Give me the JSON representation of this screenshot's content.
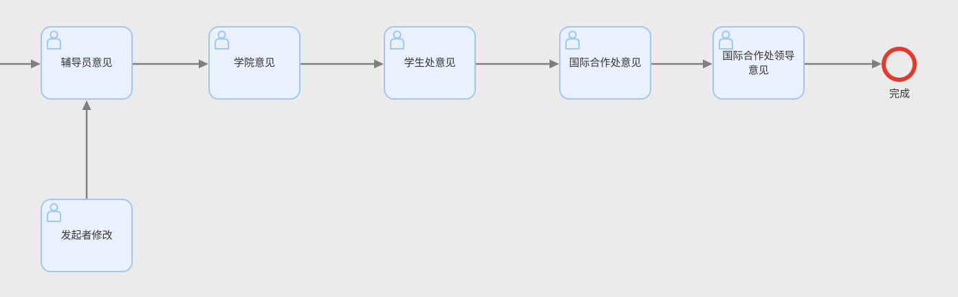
{
  "diagram": {
    "type": "approval-workflow",
    "colors": {
      "background": "#ebebeb",
      "node_fill": "#e9f1fc",
      "node_border": "#a0c5f2",
      "icon": "#a0c5f2",
      "arrow": "#7f7f7f",
      "end_event": "#e23b2e",
      "text": "#333333"
    },
    "nodes": [
      {
        "id": "counselor-opinion",
        "label": "辅导员意见",
        "type": "user-task",
        "icon": "person-icon"
      },
      {
        "id": "college-opinion",
        "label": "学院意见",
        "type": "user-task",
        "icon": "person-icon"
      },
      {
        "id": "student-affairs-opinion",
        "label": "学生处意见",
        "type": "user-task",
        "icon": "person-icon"
      },
      {
        "id": "intl-cooperation-opinion",
        "label": "国际合作处意见",
        "type": "user-task",
        "icon": "person-icon"
      },
      {
        "id": "intl-cooperation-leader-opinion",
        "label": "国际合作处领导意见",
        "type": "user-task",
        "icon": "person-icon"
      },
      {
        "id": "initiator-revision",
        "label": "发起者修改",
        "type": "user-task",
        "icon": "person-icon"
      }
    ],
    "end_event": {
      "id": "end",
      "label": "完成",
      "type": "end-event"
    },
    "edges": [
      {
        "from": "offscreen-left",
        "to": "counselor-opinion"
      },
      {
        "from": "counselor-opinion",
        "to": "college-opinion"
      },
      {
        "from": "college-opinion",
        "to": "student-affairs-opinion"
      },
      {
        "from": "student-affairs-opinion",
        "to": "intl-cooperation-opinion"
      },
      {
        "from": "intl-cooperation-opinion",
        "to": "intl-cooperation-leader-opinion"
      },
      {
        "from": "intl-cooperation-leader-opinion",
        "to": "end"
      },
      {
        "from": "initiator-revision",
        "to": "counselor-opinion"
      }
    ]
  }
}
